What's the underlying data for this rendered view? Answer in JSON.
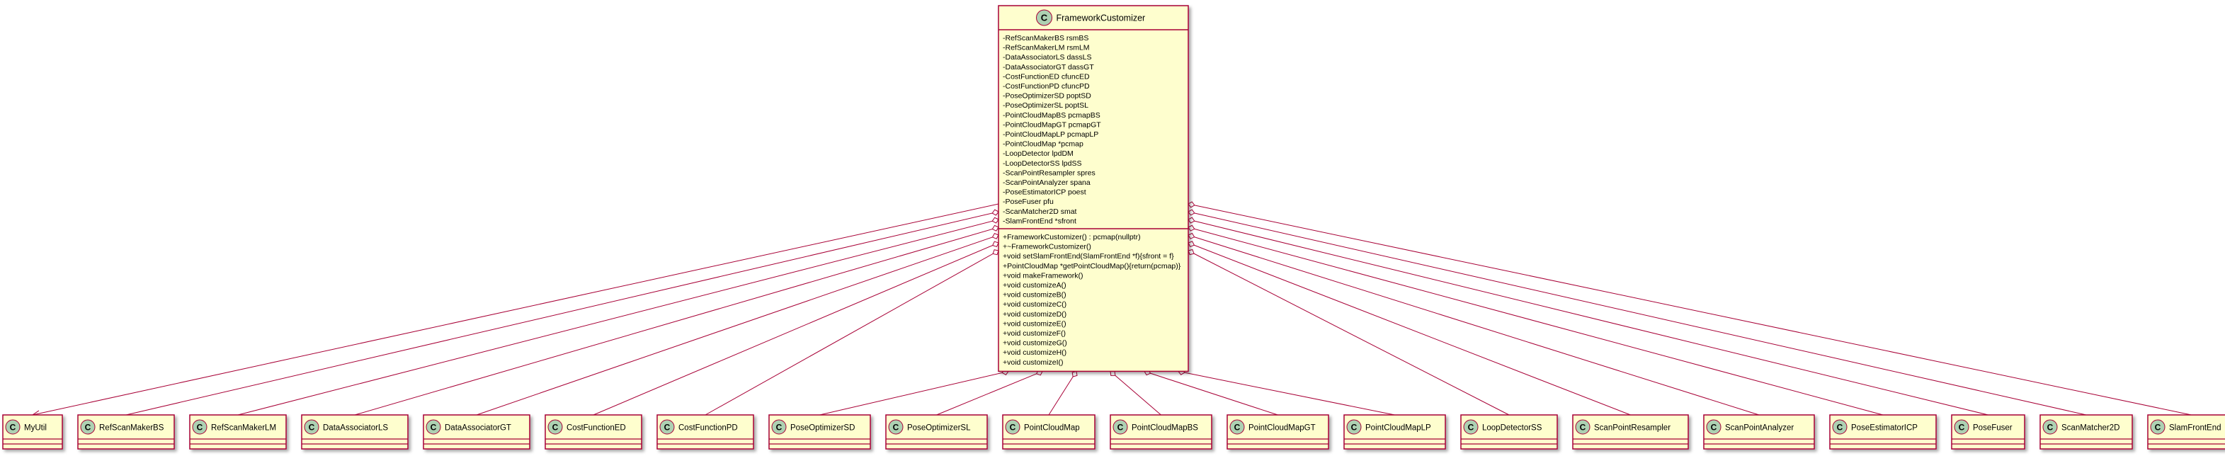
{
  "main_class": {
    "name": "FrameworkCustomizer",
    "stereotype_letter": "C",
    "attributes": [
      "-RefScanMakerBS rsmBS",
      "-RefScanMakerLM rsmLM",
      "-DataAssociatorLS dassLS",
      "-DataAssociatorGT dassGT",
      "-CostFunctionED cfuncED",
      "-CostFunctionPD cfuncPD",
      "-PoseOptimizerSD poptSD",
      "-PoseOptimizerSL poptSL",
      "-PointCloudMapBS pcmapBS",
      "-PointCloudMapGT pcmapGT",
      "-PointCloudMapLP pcmapLP",
      "-PointCloudMap *pcmap",
      "-LoopDetector lpdDM",
      "-LoopDetectorSS lpdSS",
      "-ScanPointResampler spres",
      "-ScanPointAnalyzer spana",
      "-PoseEstimatorICP poest",
      "-PoseFuser pfu",
      "-ScanMatcher2D smat",
      "-SlamFrontEnd *sfront"
    ],
    "methods": [
      "+FrameworkCustomizer() : pcmap(nullptr)",
      "+~FrameworkCustomizer()",
      "+void setSlamFrontEnd(SlamFrontEnd *f){sfront = f}",
      "+PointCloudMap *getPointCloudMap(){return(pcmap)}",
      "+void makeFramework()",
      "+void customizeA()",
      "+void customizeB()",
      "+void customizeC()",
      "+void customizeD()",
      "+void customizeE()",
      "+void customizeF()",
      "+void customizeG()",
      "+void customizeH()",
      "+void customizeI()"
    ]
  },
  "classes": [
    {
      "name": "MyUtil",
      "relation": "dependency"
    },
    {
      "name": "RefScanMakerBS",
      "relation": "aggregation"
    },
    {
      "name": "RefScanMakerLM",
      "relation": "aggregation"
    },
    {
      "name": "DataAssociatorLS",
      "relation": "aggregation"
    },
    {
      "name": "DataAssociatorGT",
      "relation": "aggregation"
    },
    {
      "name": "CostFunctionED",
      "relation": "aggregation"
    },
    {
      "name": "CostFunctionPD",
      "relation": "aggregation"
    },
    {
      "name": "PoseOptimizerSD",
      "relation": "aggregation"
    },
    {
      "name": "PoseOptimizerSL",
      "relation": "aggregation"
    },
    {
      "name": "PointCloudMap",
      "relation": "aggregation"
    },
    {
      "name": "PointCloudMapBS",
      "relation": "aggregation"
    },
    {
      "name": "PointCloudMapGT",
      "relation": "aggregation"
    },
    {
      "name": "PointCloudMapLP",
      "relation": "aggregation"
    },
    {
      "name": "LoopDetectorSS",
      "relation": "aggregation"
    },
    {
      "name": "ScanPointResampler",
      "relation": "aggregation"
    },
    {
      "name": "ScanPointAnalyzer",
      "relation": "aggregation"
    },
    {
      "name": "PoseEstimatorICP",
      "relation": "aggregation"
    },
    {
      "name": "PoseFuser",
      "relation": "aggregation"
    },
    {
      "name": "ScanMatcher2D",
      "relation": "aggregation"
    },
    {
      "name": "SlamFrontEnd",
      "relation": "aggregation"
    }
  ],
  "colors": {
    "class_fill": "#FEFECE",
    "class_border": "#A80036",
    "circle_fill": "#ADD1B2",
    "line": "#A80036",
    "text": "#000000"
  }
}
